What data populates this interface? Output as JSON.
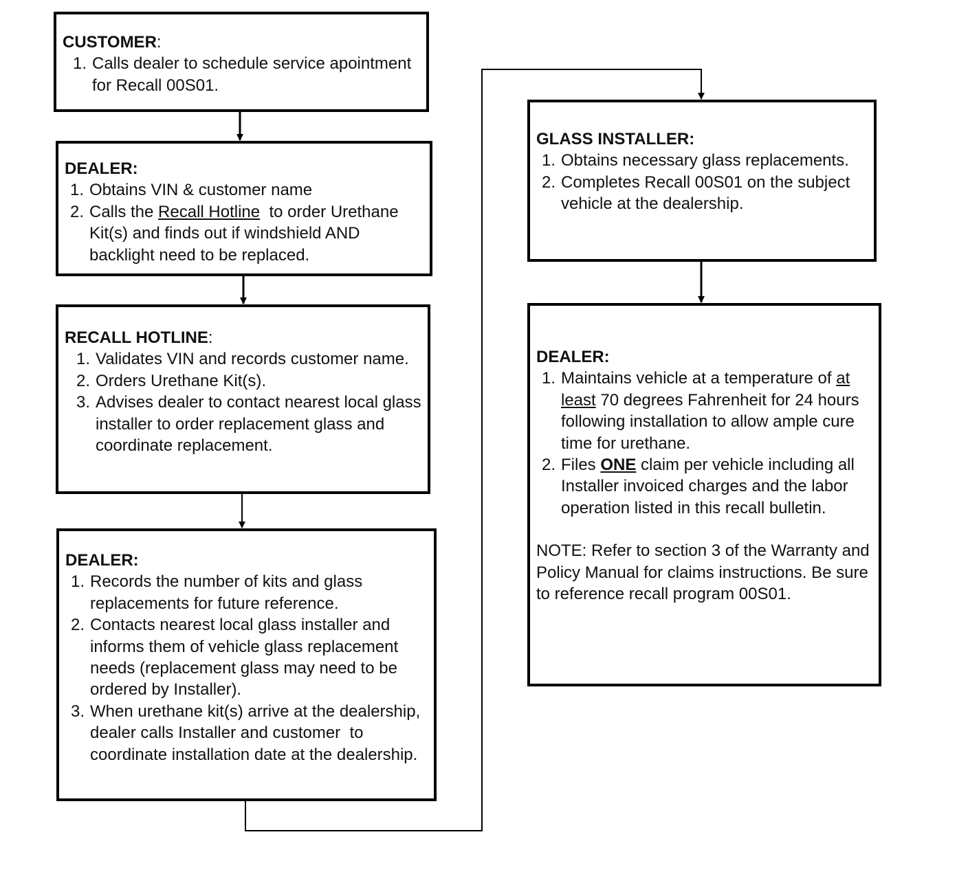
{
  "customer": {
    "heading": "CUSTOMER",
    "heading_suffix": ":",
    "steps": [
      {
        "num": "1.",
        "text": "Calls dealer to schedule service apointment for Recall 00S01."
      }
    ]
  },
  "dealer_1": {
    "heading": "DEALER:",
    "steps": [
      {
        "num": "1.",
        "text": "Obtains VIN & customer name"
      },
      {
        "num": "2.",
        "before": "Calls the ",
        "link": "Recall Hotline",
        "after": "  to order Urethane Kit(s) and finds out if windshield AND backlight need to be replaced."
      }
    ]
  },
  "recall_hotline": {
    "heading": "RECALL HOTLINE",
    "heading_suffix": ":",
    "steps": [
      {
        "num": "1.",
        "text": "Validates VIN and records customer name."
      },
      {
        "num": "2.",
        "text": "Orders Urethane Kit(s)."
      },
      {
        "num": "3.",
        "text": "Advises dealer to contact nearest local glass installer to order replacement glass and coordinate replacement."
      }
    ]
  },
  "dealer_2": {
    "heading": "DEALER:",
    "steps": [
      {
        "num": "1.",
        "text": "Records the number of kits and glass replacements for future reference."
      },
      {
        "num": "2.",
        "text": "Contacts nearest local glass installer and informs them of vehicle glass replacement needs (replacement glass may need to be ordered by Installer)."
      },
      {
        "num": "3.",
        "text": "When urethane kit(s) arrive at the dealership, dealer calls Installer and customer  to coordinate installation date at the dealership."
      }
    ]
  },
  "glass_installer": {
    "heading": "GLASS INSTALLER:",
    "steps": [
      {
        "num": "1.",
        "text": "Obtains necessary glass replacements."
      },
      {
        "num": "2.",
        "text": "Completes Recall 00S01 on the subject vehicle at the dealership."
      }
    ]
  },
  "dealer_3": {
    "heading": "DEALER:",
    "steps": [
      {
        "num": "1.",
        "before": "Maintains vehicle at a temperature of ",
        "emph": "at least",
        "after": " 70 degrees Fahrenheit for 24 hours following installation to allow ample cure time for urethane."
      },
      {
        "num": "2.",
        "before": "Files ",
        "emph": "ONE",
        "after": " claim per vehicle including all Installer invoiced charges and the labor operation listed in this recall bulletin."
      }
    ],
    "note": "NOTE: Refer to section 3 of the Warranty and Policy Manual for claims instructions. Be sure to reference recall program 00S01."
  },
  "connectors": [
    {
      "from": "customer",
      "to": "dealer_1"
    },
    {
      "from": "dealer_1",
      "to": "recall_hotline"
    },
    {
      "from": "recall_hotline",
      "to": "dealer_2"
    },
    {
      "from": "dealer_2",
      "to": "glass_installer"
    },
    {
      "from": "glass_installer",
      "to": "dealer_3"
    }
  ]
}
